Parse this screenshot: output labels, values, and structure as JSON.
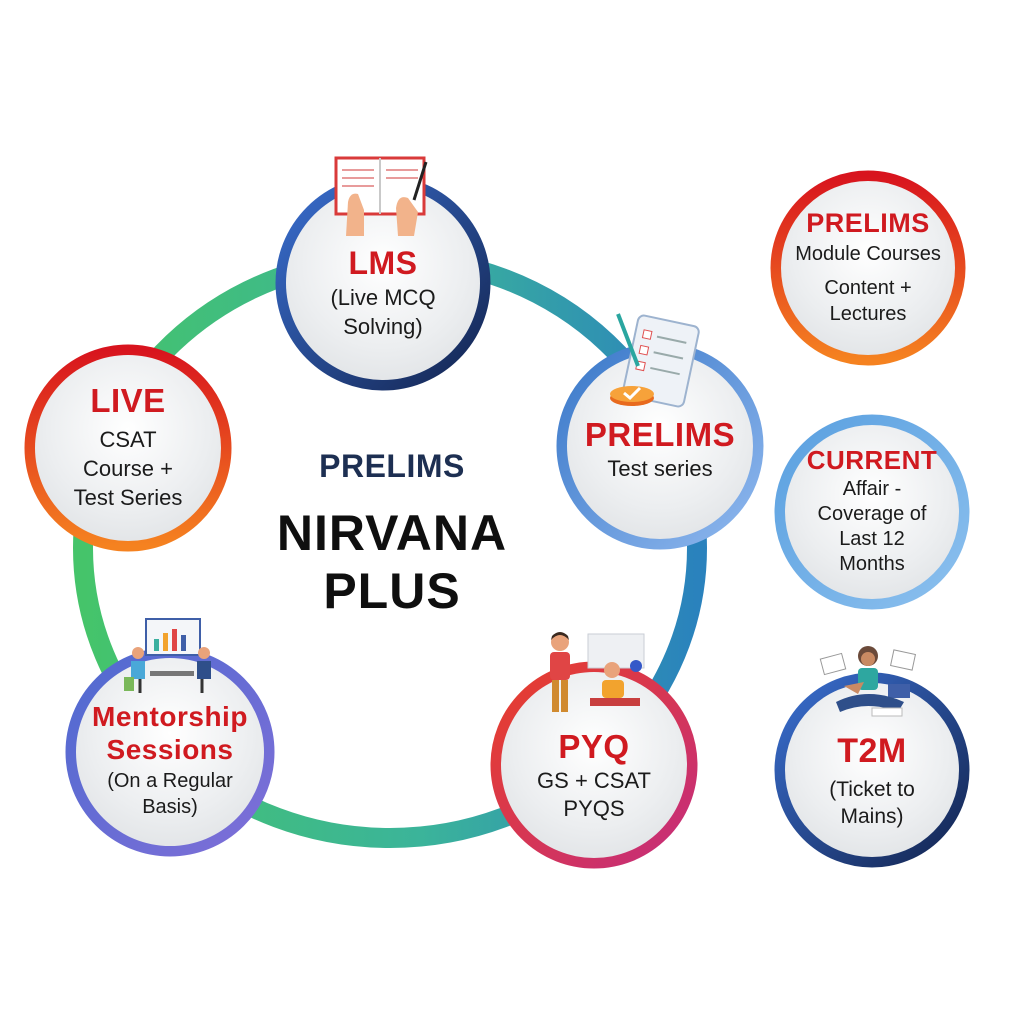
{
  "center": {
    "top": "PRELIMS",
    "line1": "NIRVANA",
    "line2": "PLUS"
  },
  "nodes": {
    "lms": {
      "title": "LMS",
      "lines": [
        "(Live MCQ",
        "Solving)"
      ]
    },
    "prelims_test": {
      "title": "PRELIMS",
      "lines": [
        "Test series"
      ]
    },
    "pyq": {
      "title": "PYQ",
      "lines": [
        "GS + CSAT",
        "PYQS"
      ]
    },
    "mentorship": {
      "title1": "Mentorship",
      "title2": "Sessions",
      "lines": [
        "(On a Regular",
        "Basis)"
      ]
    },
    "live": {
      "title": "LIVE",
      "lines": [
        "CSAT",
        "Course +",
        "Test Series"
      ]
    },
    "prelims_module": {
      "title": "PRELIMS",
      "lines": [
        "Module Courses",
        "Content +",
        "Lectures"
      ]
    },
    "current": {
      "title": "CURRENT",
      "lines": [
        "Affair -",
        "Coverage of",
        "Last 12",
        "Months"
      ]
    },
    "t2m": {
      "title": "T2M",
      "lines": [
        "(Ticket to",
        "Mains)"
      ]
    }
  },
  "icons": {
    "lms": "notebook-writing-icon",
    "prelims_test": "checklist-clipboard-icon",
    "pyq": "teacher-student-icon",
    "mentorship": "meeting-presentation-icon",
    "t2m": "student-reading-icon"
  },
  "colors": {
    "title_red": "#d01a20",
    "center_navy": "#1d2f52",
    "ring_green": "#3fbf7a",
    "ring_teal": "#2a8fb0",
    "navy_ring": "#1c2f5e",
    "blue_ring": "#5a8fd8",
    "orange_ring": "#f27420",
    "pink_ring": "#d6336c"
  }
}
